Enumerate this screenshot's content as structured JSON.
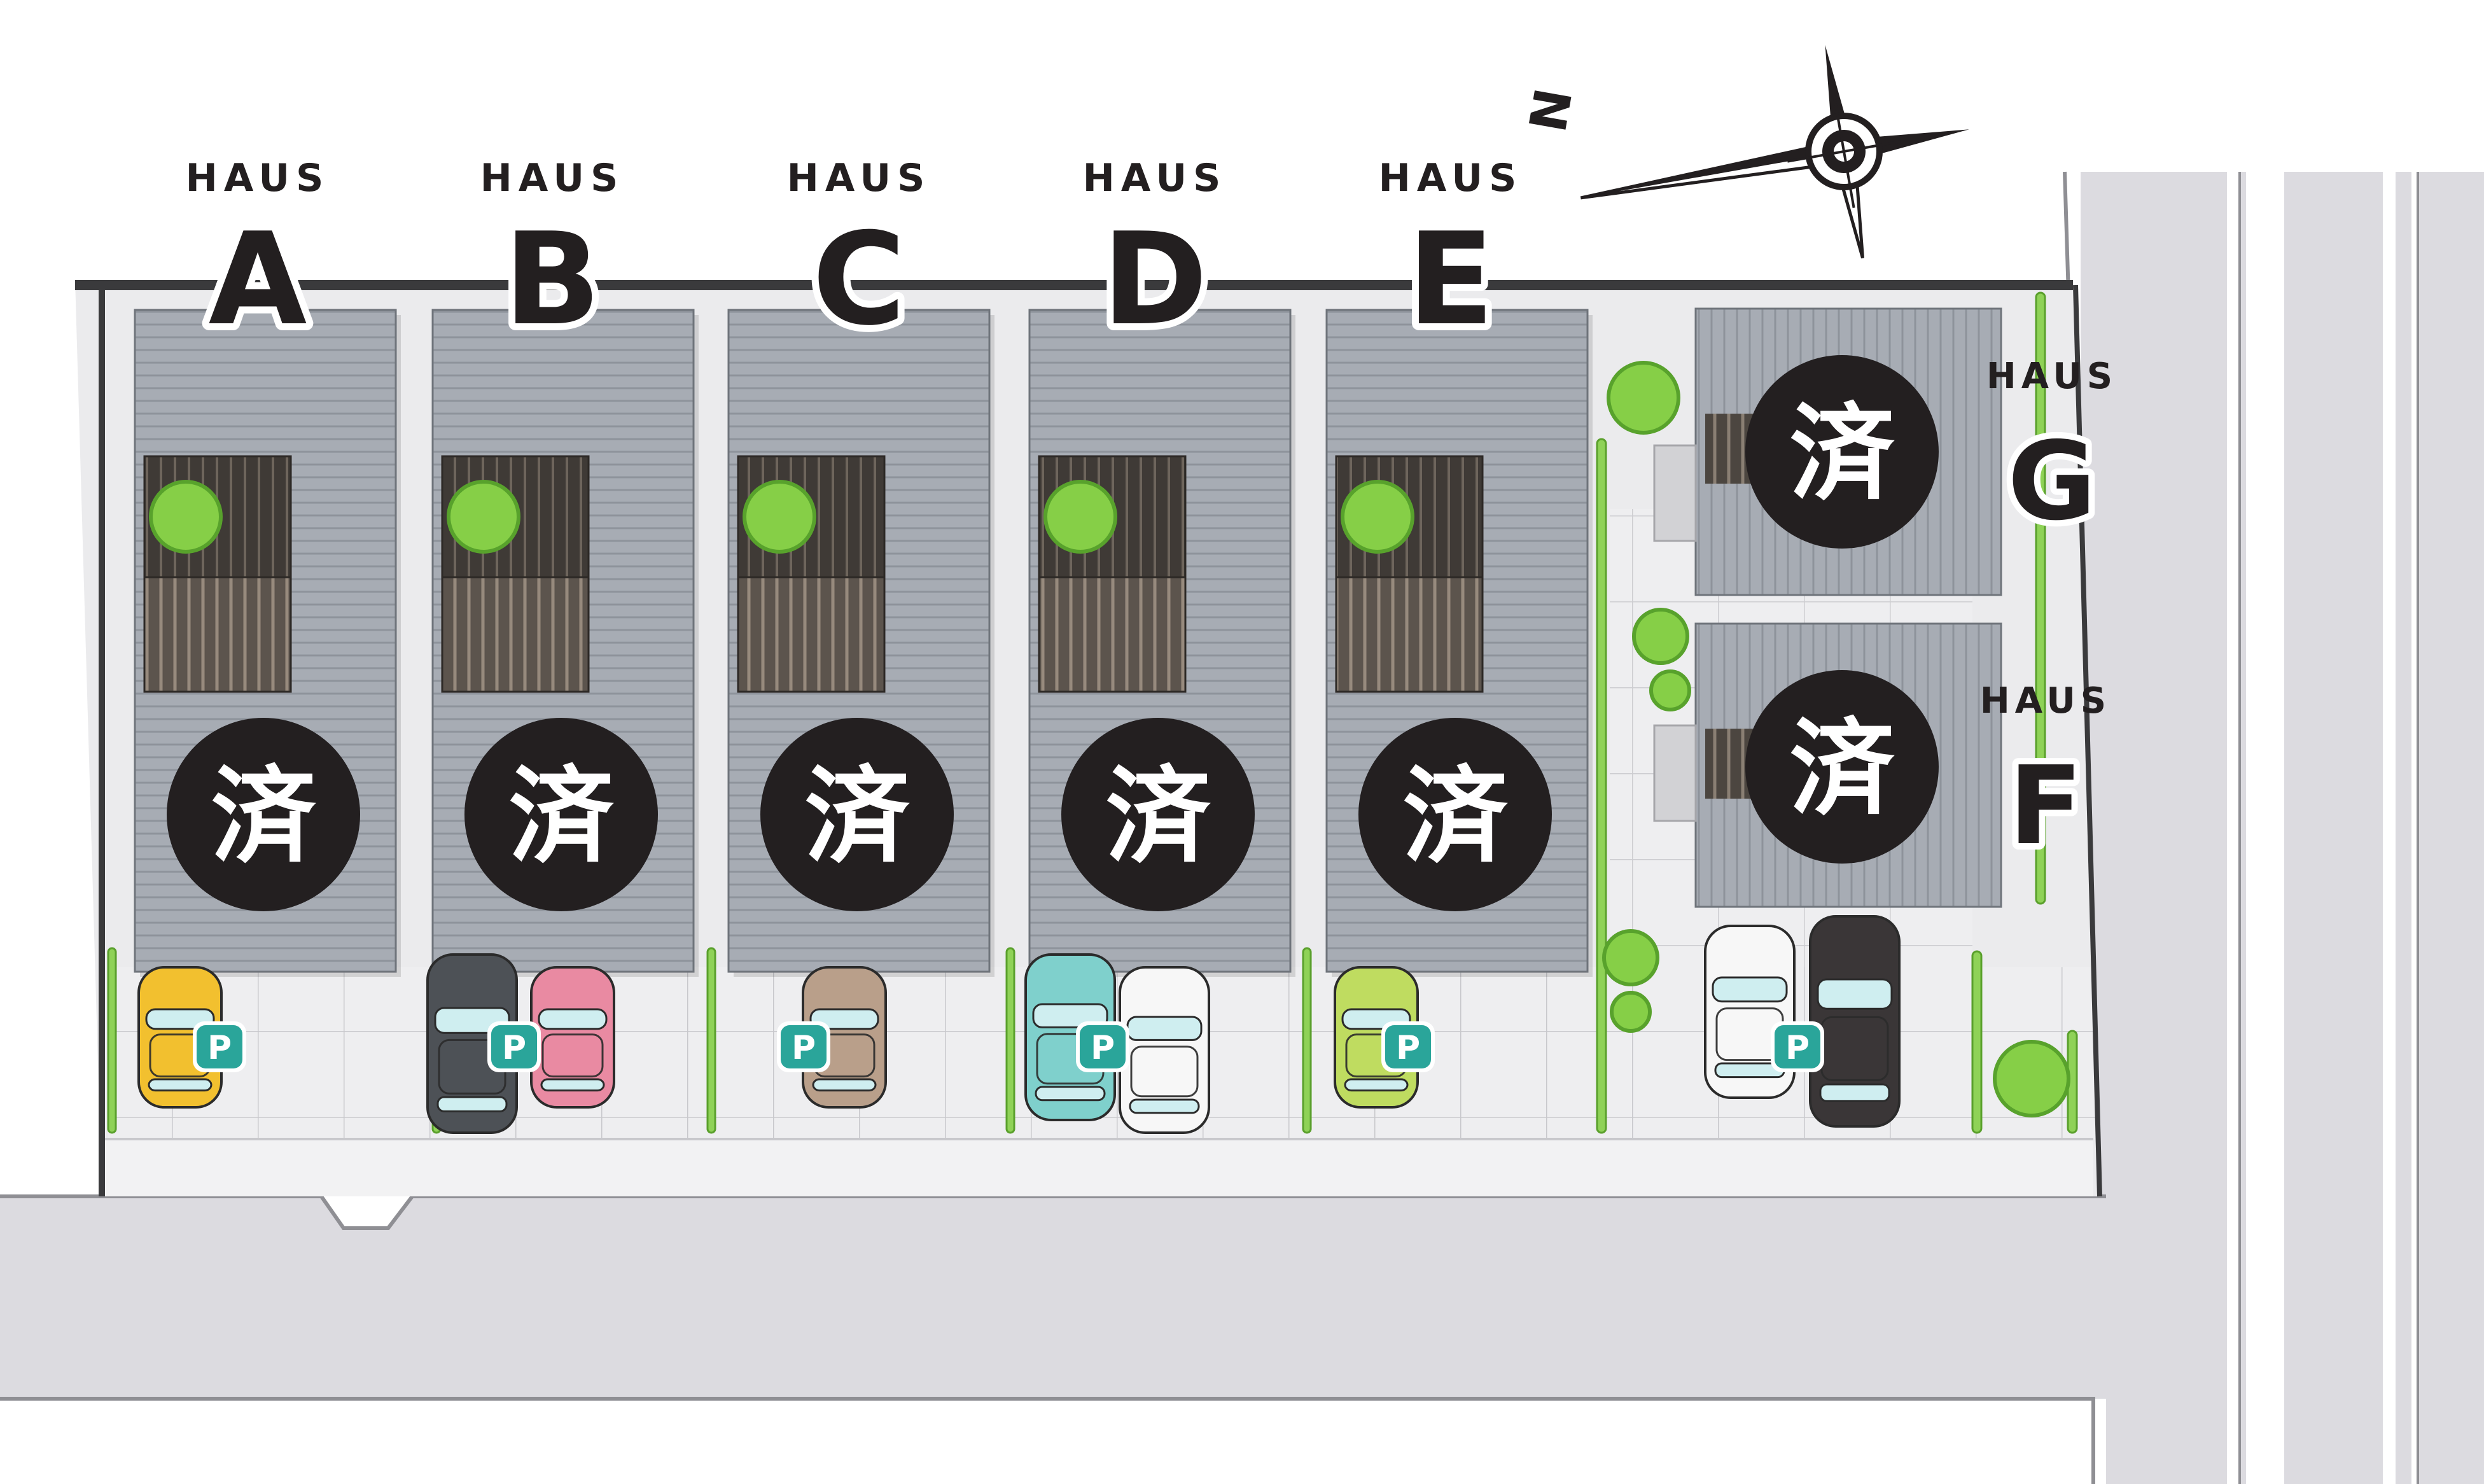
{
  "map": {
    "compass": {
      "north_label": "N",
      "icon": "compass-rose-icon"
    },
    "colors": {
      "road": "#dcdbe0",
      "lot_paving": "#ebebed",
      "house_roof": "#a4a9b1",
      "roof_line": "#8d929b",
      "deck_dark": "#4a4540",
      "deck_light": "#7a7168",
      "tree_green": "#7dc63d",
      "tree_dark": "#4f9a2b",
      "hedge_green": "#8fd257",
      "sold_badge": "#231f20",
      "parking_badge": "#2aa59a",
      "text": "#231f20"
    },
    "houses": [
      {
        "id": "A",
        "prefix": "HAUS",
        "letter": "A",
        "status": "済",
        "parking": "P"
      },
      {
        "id": "B",
        "prefix": "HAUS",
        "letter": "B",
        "status": "済",
        "parking": "P"
      },
      {
        "id": "C",
        "prefix": "HAUS",
        "letter": "C",
        "status": "済",
        "parking": "P"
      },
      {
        "id": "D",
        "prefix": "HAUS",
        "letter": "D",
        "status": "済",
        "parking": "P"
      },
      {
        "id": "E",
        "prefix": "HAUS",
        "letter": "E",
        "status": "済",
        "parking": "P"
      },
      {
        "id": "G",
        "prefix": "HAUS",
        "letter": "G",
        "status": "済"
      },
      {
        "id": "F",
        "prefix": "HAUS",
        "letter": "F",
        "status": "済",
        "parking": "P"
      }
    ],
    "cars": [
      {
        "color": "#f2c02f",
        "label": "yellow-car"
      },
      {
        "color": "#4d5156",
        "label": "charcoal-car"
      },
      {
        "color": "#e98aa2",
        "label": "pink-car"
      },
      {
        "color": "#b99f8a",
        "label": "beige-car"
      },
      {
        "color": "#7fd0cc",
        "label": "teal-car"
      },
      {
        "color": "#f7f7f7",
        "label": "white-car"
      },
      {
        "color": "#bfdc60",
        "label": "lime-car"
      },
      {
        "color": "#f7f7f7",
        "label": "white-car"
      },
      {
        "color": "#3a3637",
        "label": "black-car"
      }
    ]
  }
}
